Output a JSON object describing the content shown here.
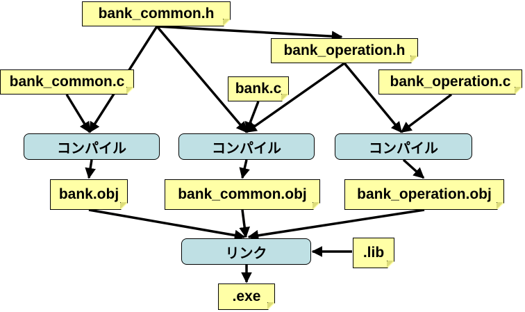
{
  "nodes": {
    "bank_common_h": "bank_common.h",
    "bank_operation_h": "bank_operation.h",
    "bank_common_c": "bank_common.c",
    "bank_c": "bank.c",
    "bank_operation_c": "bank_operation.c",
    "compile_1": "コンパイル",
    "compile_2": "コンパイル",
    "compile_3": "コンパイル",
    "bank_obj": "bank.obj",
    "bank_common_obj": "bank_common.obj",
    "bank_operation_obj": "bank_operation.obj",
    "link": "リンク",
    "lib": ".lib",
    "exe": ".exe"
  },
  "colors": {
    "file_note": "#ffffa6",
    "process_box": "#bfe0e4",
    "arrow": "#000000"
  }
}
